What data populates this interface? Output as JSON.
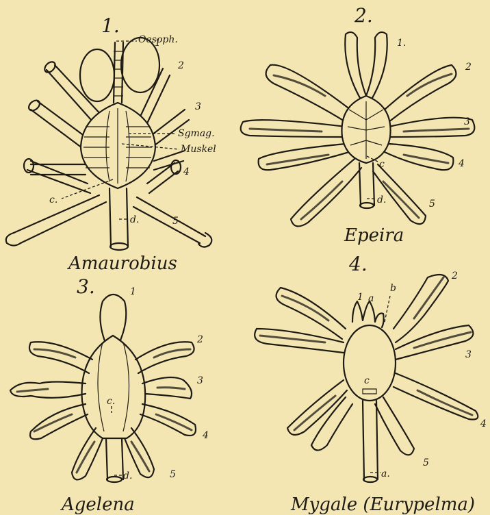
{
  "figures": [
    {
      "number": "1.",
      "name": "Amaurobius",
      "labels": {
        "oesoph": "Oesoph.",
        "sgmag": "Sgmag.",
        "muskel": "Muskel",
        "c": "c.",
        "d": "d.",
        "leg_numbers": [
          "1",
          "2",
          "3",
          "4",
          "5"
        ]
      }
    },
    {
      "number": "2.",
      "name": "Epeira",
      "labels": {
        "c": "c",
        "d": "d.",
        "leg_numbers": [
          "1.",
          "2",
          "3",
          "4",
          "5"
        ]
      }
    },
    {
      "number": "3.",
      "name": "Agelena",
      "labels": {
        "c": "c.",
        "d": "d.",
        "leg_numbers": [
          "1",
          "2",
          "3",
          "4",
          "5"
        ]
      }
    },
    {
      "number": "4.",
      "name": "Mygale (Eurypelma)",
      "labels": {
        "one": "1",
        "a_top": "a",
        "b": "b",
        "c": "c",
        "a_bottom": "a.",
        "leg_numbers": [
          "2",
          "3",
          "4",
          "5"
        ]
      }
    }
  ]
}
